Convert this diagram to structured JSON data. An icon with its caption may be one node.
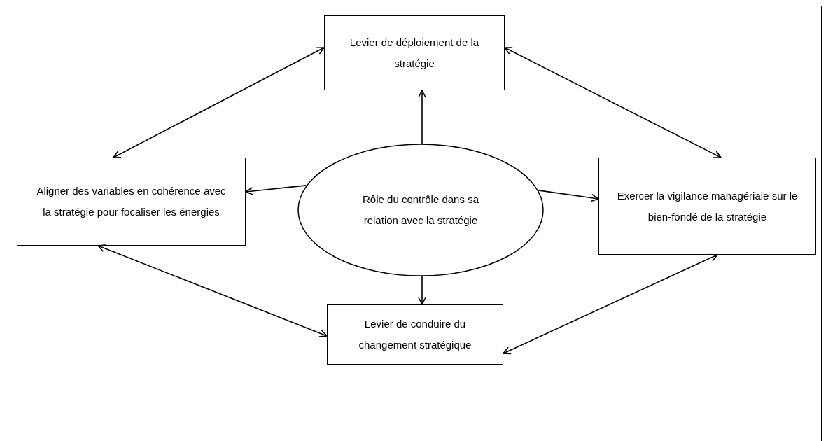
{
  "diagram": {
    "nodes": [
      {
        "text": [
          "Levier de déploiement de la stratégie"
        ]
      },
      {
        "text": [
          "Aligner des variables en cohérence avec la stratégie pour focaliser les énergies"
        ]
      },
      {
        "text": [
          "Rôle du contrôle  dans sa relation avec la stratégie"
        ]
      },
      {
        "text": [
          "Exercer la vigilance managériale sur le bien-fondé de la stratégie"
        ]
      },
      {
        "text": [
          "Levier de conduire du changement stratégique"
        ]
      }
    ],
    "edges": [
      {
        "from": 2,
        "to": 0,
        "arrow": "to"
      },
      {
        "from": 2,
        "to": 1,
        "arrow": "to"
      },
      {
        "from": 2,
        "to": 3,
        "arrow": "to"
      },
      {
        "from": 2,
        "to": 4,
        "arrow": "to"
      },
      {
        "from": 0,
        "to": 1,
        "arrow": "both"
      },
      {
        "from": 0,
        "to": 3,
        "arrow": "both"
      },
      {
        "from": 1,
        "to": 4,
        "arrow": "both"
      },
      {
        "from": 3,
        "to": 4,
        "arrow": "both"
      }
    ]
  }
}
